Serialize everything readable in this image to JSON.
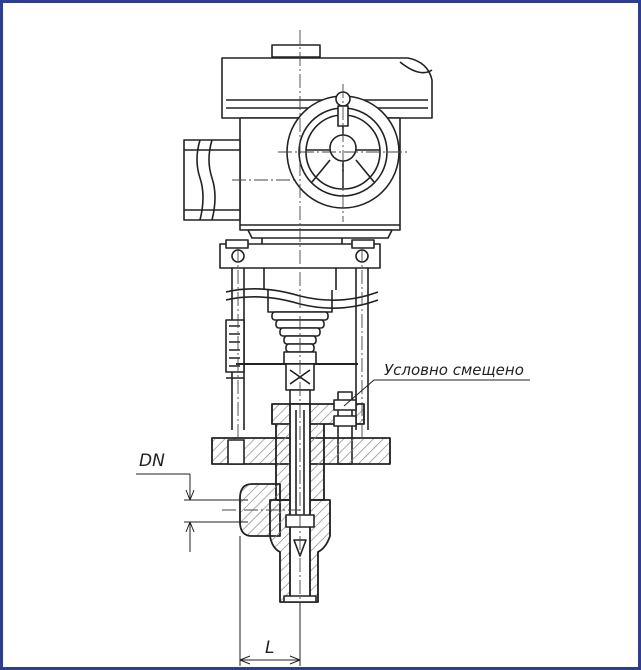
{
  "diagram": {
    "labels": {
      "offset_note": "Условно смещено",
      "dn": "DN",
      "length": "L"
    },
    "colors": {
      "frame": "#2e3d8f",
      "line": "#222222",
      "hatch": "#9a9a9a"
    }
  }
}
